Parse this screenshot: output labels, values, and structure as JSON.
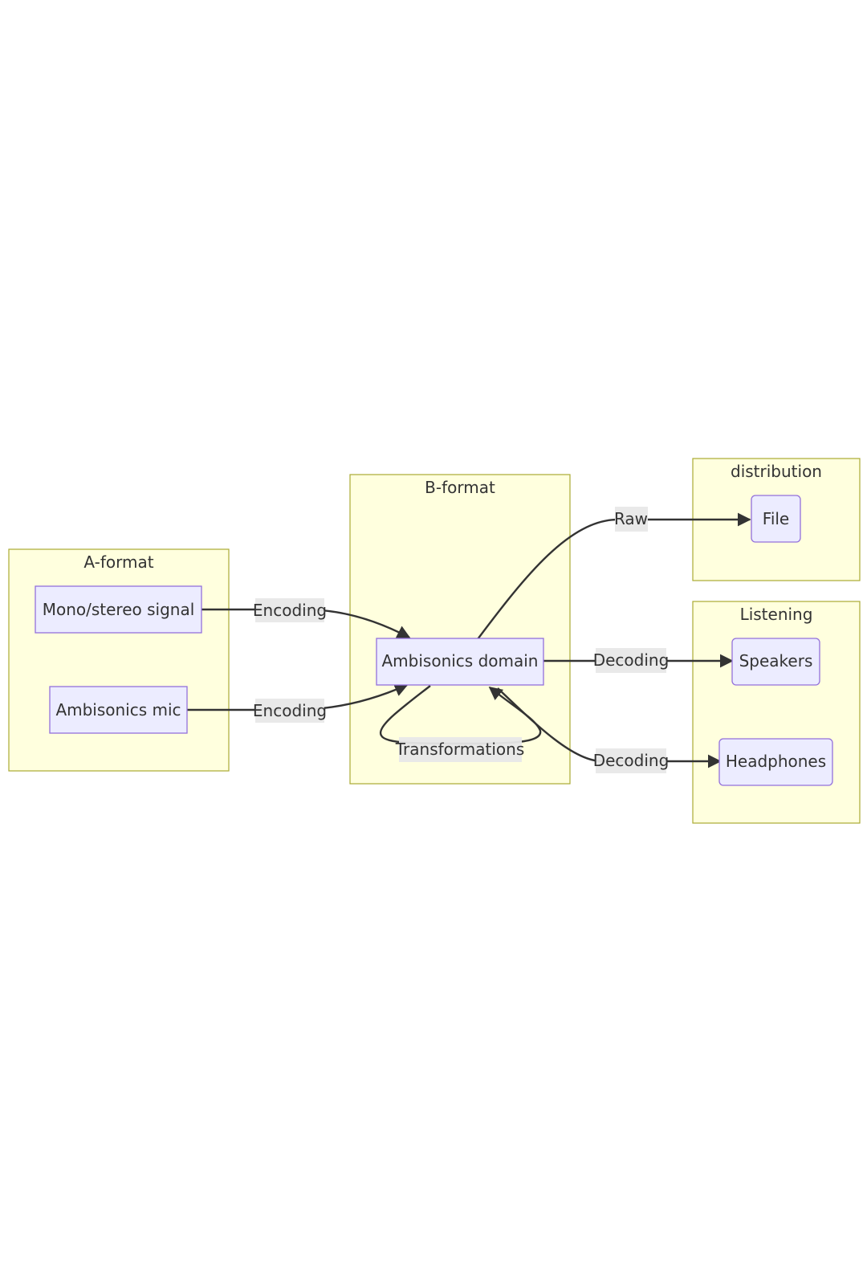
{
  "clusters": {
    "a_format": "A-format",
    "b_format": "B-format",
    "distribution": "distribution",
    "listening": "Listening"
  },
  "nodes": {
    "mono_stereo": "Mono/stereo signal",
    "ambisonics_mic": "Ambisonics mic",
    "ambisonics_domain": "Ambisonics domain",
    "file": "File",
    "speakers": "Speakers",
    "headphones": "Headphones"
  },
  "edges": {
    "encoding_1": "Encoding",
    "encoding_2": "Encoding",
    "transformations": "Transformations",
    "raw": "Raw",
    "decoding_speakers": "Decoding",
    "decoding_headphones": "Decoding"
  },
  "colors": {
    "cluster_fill": "#ffffde",
    "cluster_stroke": "#aaaa33",
    "node_fill": "#ececff",
    "node_stroke": "#9370db",
    "edge": "#333333",
    "edge_label_bg": "#e8e8e8"
  }
}
